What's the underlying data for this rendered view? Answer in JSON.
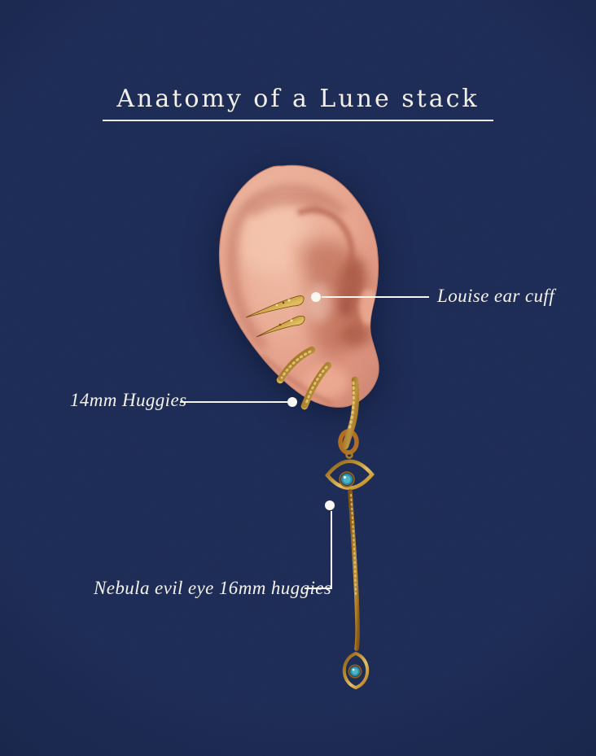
{
  "page": {
    "title": "Anatomy of a Lune stack",
    "background_color": "#1d2b54",
    "text_color": "#f2efe9"
  },
  "annotations": {
    "louise": {
      "label": "Louise ear cuff"
    },
    "huggies": {
      "label": "14mm Huggies"
    },
    "nebula": {
      "label": "Nebula evil eye 16mm huggies"
    }
  },
  "illustration": {
    "elements": [
      "ear",
      "louise-ear-cuff",
      "14mm-huggie-hoops",
      "nebula-evil-eye-16mm-huggie-drop"
    ],
    "colors": {
      "skin": "#e7a38d",
      "skin_shadow": "#b96351",
      "gold": "#c3922f",
      "stone_blue": "#3fa8c0",
      "leader_line": "#f7f5ef"
    }
  }
}
